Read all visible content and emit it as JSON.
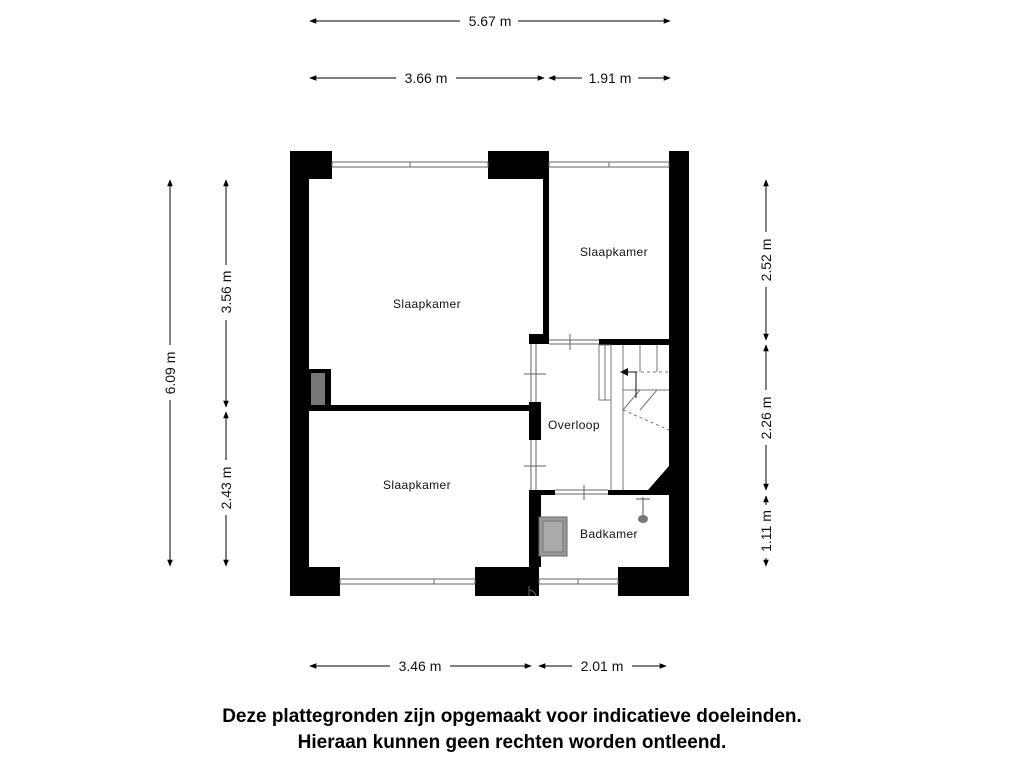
{
  "dimensions": {
    "top_total": "5.67 m",
    "top_left": "3.66 m",
    "top_right": "1.91 m",
    "left_total": "6.09 m",
    "left_upper": "3.56 m",
    "left_lower": "2.43 m",
    "right_upper": "2.52 m",
    "right_middle": "2.26 m",
    "right_lower": "1.11 m",
    "bottom_left": "3.46 m",
    "bottom_right": "2.01 m"
  },
  "rooms": {
    "bedroom_large": "Slaapkamer",
    "bedroom_small": "Slaapkamer",
    "bedroom_bottom": "Slaapkamer",
    "landing": "Overloop",
    "bathroom": "Badkamer"
  },
  "disclaimer": {
    "line1": "Deze plattegronden zijn opgemaakt voor indicatieve doeleinden.",
    "line2": "Hieraan kunnen geen rechten worden ontleend."
  },
  "colors": {
    "wall": "#000000",
    "fixture": "#888888"
  }
}
